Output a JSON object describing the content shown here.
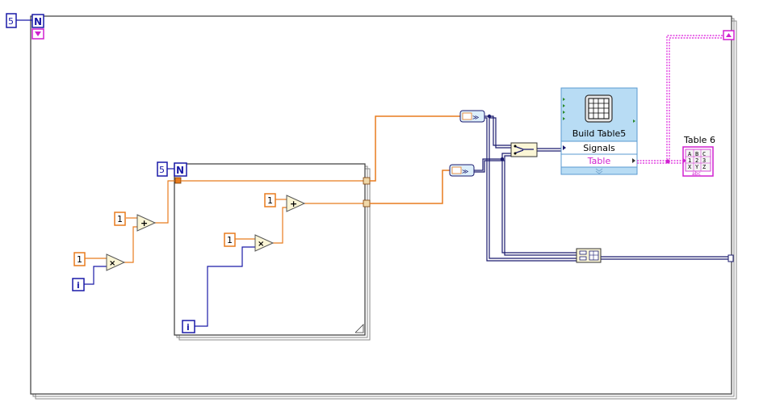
{
  "outer_loop": {
    "count": "5",
    "count_terminal": "N",
    "iteration_terminal": "i"
  },
  "inner_loop": {
    "count": "5",
    "count_terminal": "N",
    "iteration_terminal": "i"
  },
  "constants": {
    "outer_add": "1",
    "outer_mult": "1",
    "inner_add": "1",
    "inner_mult": "1"
  },
  "operators": {
    "add": "+",
    "multiply": "×"
  },
  "build_table": {
    "title": "Build Table5",
    "input_signals": "Signals",
    "output_table": "Table"
  },
  "table_indicator": {
    "label": "Table 6"
  },
  "colors": {
    "int_wire": "#e87c1e",
    "dbl_wire": "#1a1aa8",
    "dynamic_wire": "#1a1a6e",
    "table_wire": "#e040e0",
    "loop_border": "#3a3a3a",
    "express_vi_bg": "#b8dcf4",
    "express_vi_border": "#5a9ad0"
  }
}
